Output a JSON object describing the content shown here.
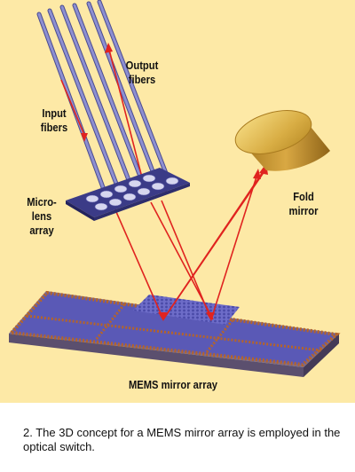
{
  "figure": {
    "labels": {
      "output_fibers": [
        "Output",
        "fibers"
      ],
      "input_fibers": [
        "Input",
        "fibers"
      ],
      "microlens_array": [
        "Micro-",
        "lens",
        "array"
      ],
      "fold_mirror": [
        "Fold",
        "mirror"
      ],
      "mems_mirror_array": "MEMS mirror array"
    },
    "colors": {
      "background": "#fde9a6",
      "fiber": "#7f80c4",
      "beam": "#e0231f",
      "substrate": "#5a59b6",
      "trace": "#b5642a",
      "mirror": "#d6a73a"
    }
  },
  "caption": "2. The 3D concept for a MEMS mirror array is employed in the optical switch."
}
